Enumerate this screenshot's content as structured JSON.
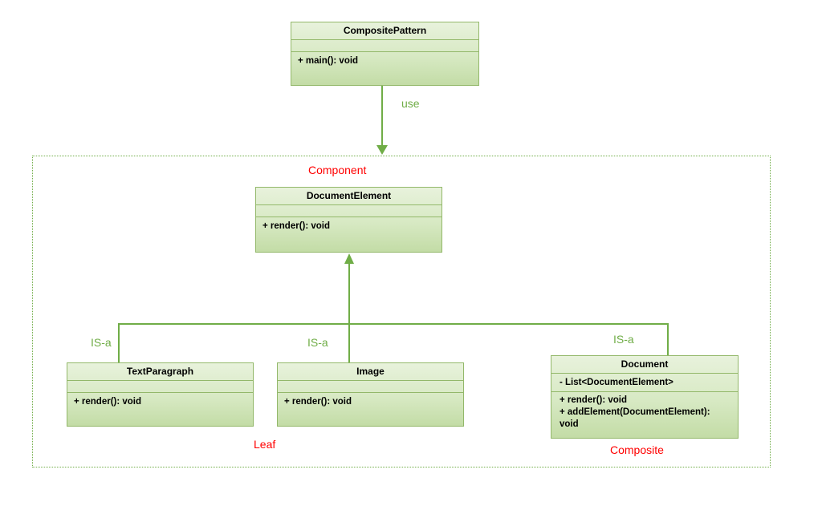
{
  "classes": {
    "composite_pattern": {
      "name": "CompositePattern",
      "attributes": "",
      "operations": [
        "+ main(): void"
      ]
    },
    "document_element": {
      "name": "DocumentElement",
      "attributes": "",
      "operations": [
        "+ render(): void"
      ]
    },
    "text_paragraph": {
      "name": "TextParagraph",
      "attributes": "",
      "operations": [
        "+ render(): void"
      ]
    },
    "image": {
      "name": "Image",
      "attributes": "",
      "operations": [
        "+ render(): void"
      ]
    },
    "document": {
      "name": "Document",
      "attributes": "- List<DocumentElement>",
      "operations": [
        "+ render(): void",
        "+ addElement(DocumentElement):",
        "void"
      ]
    }
  },
  "labels": {
    "use": "use",
    "is_a_left": "IS-a",
    "is_a_middle": "IS-a",
    "is_a_right": "IS-a",
    "component": "Component",
    "leaf": "Leaf",
    "composite": "Composite"
  },
  "colors": {
    "line": "#70ad47",
    "role_label": "#ff0000",
    "class_border": "#93b86a"
  }
}
